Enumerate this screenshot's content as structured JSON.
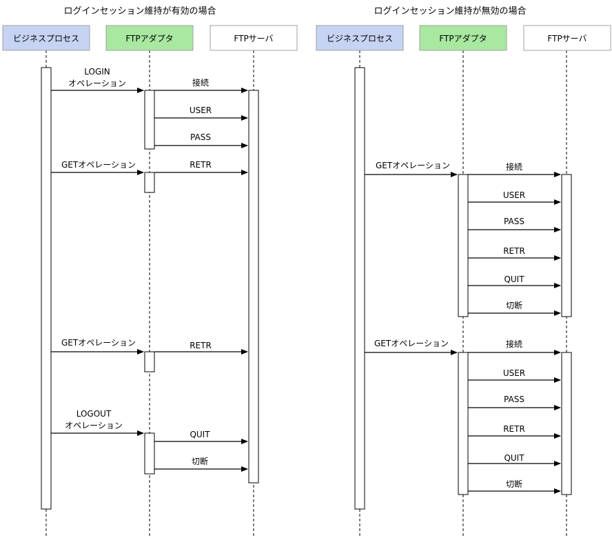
{
  "left": {
    "title": "ログインセッション維持が有効の場合",
    "participants": [
      {
        "label": "ビジネスプロセス",
        "fill": "#c6d3f2"
      },
      {
        "label": "FTPアダプタ",
        "fill": "#a8e8a0"
      },
      {
        "label": "FTPサーバ",
        "fill": "#ffffff"
      }
    ],
    "messages": [
      "LOGIN",
      "オペレーション",
      "接続",
      "USER",
      "PASS",
      "GETオペレーション",
      "RETR",
      "GETオペレーション",
      "RETR",
      "LOGOUT",
      "オペレーション",
      "QUIT",
      "切断"
    ]
  },
  "right": {
    "title": "ログインセッション維持が無効の場合",
    "participants": [
      {
        "label": "ビジネスプロセス",
        "fill": "#c6d3f2"
      },
      {
        "label": "FTPアダプタ",
        "fill": "#a8e8a0"
      },
      {
        "label": "FTPサーバ",
        "fill": "#ffffff"
      }
    ],
    "messages": [
      "GETオペレーション",
      "接続",
      "USER",
      "PASS",
      "RETR",
      "QUIT",
      "切断",
      "GETオペレーション",
      "接続",
      "USER",
      "PASS",
      "RETR",
      "QUIT",
      "切断"
    ]
  }
}
